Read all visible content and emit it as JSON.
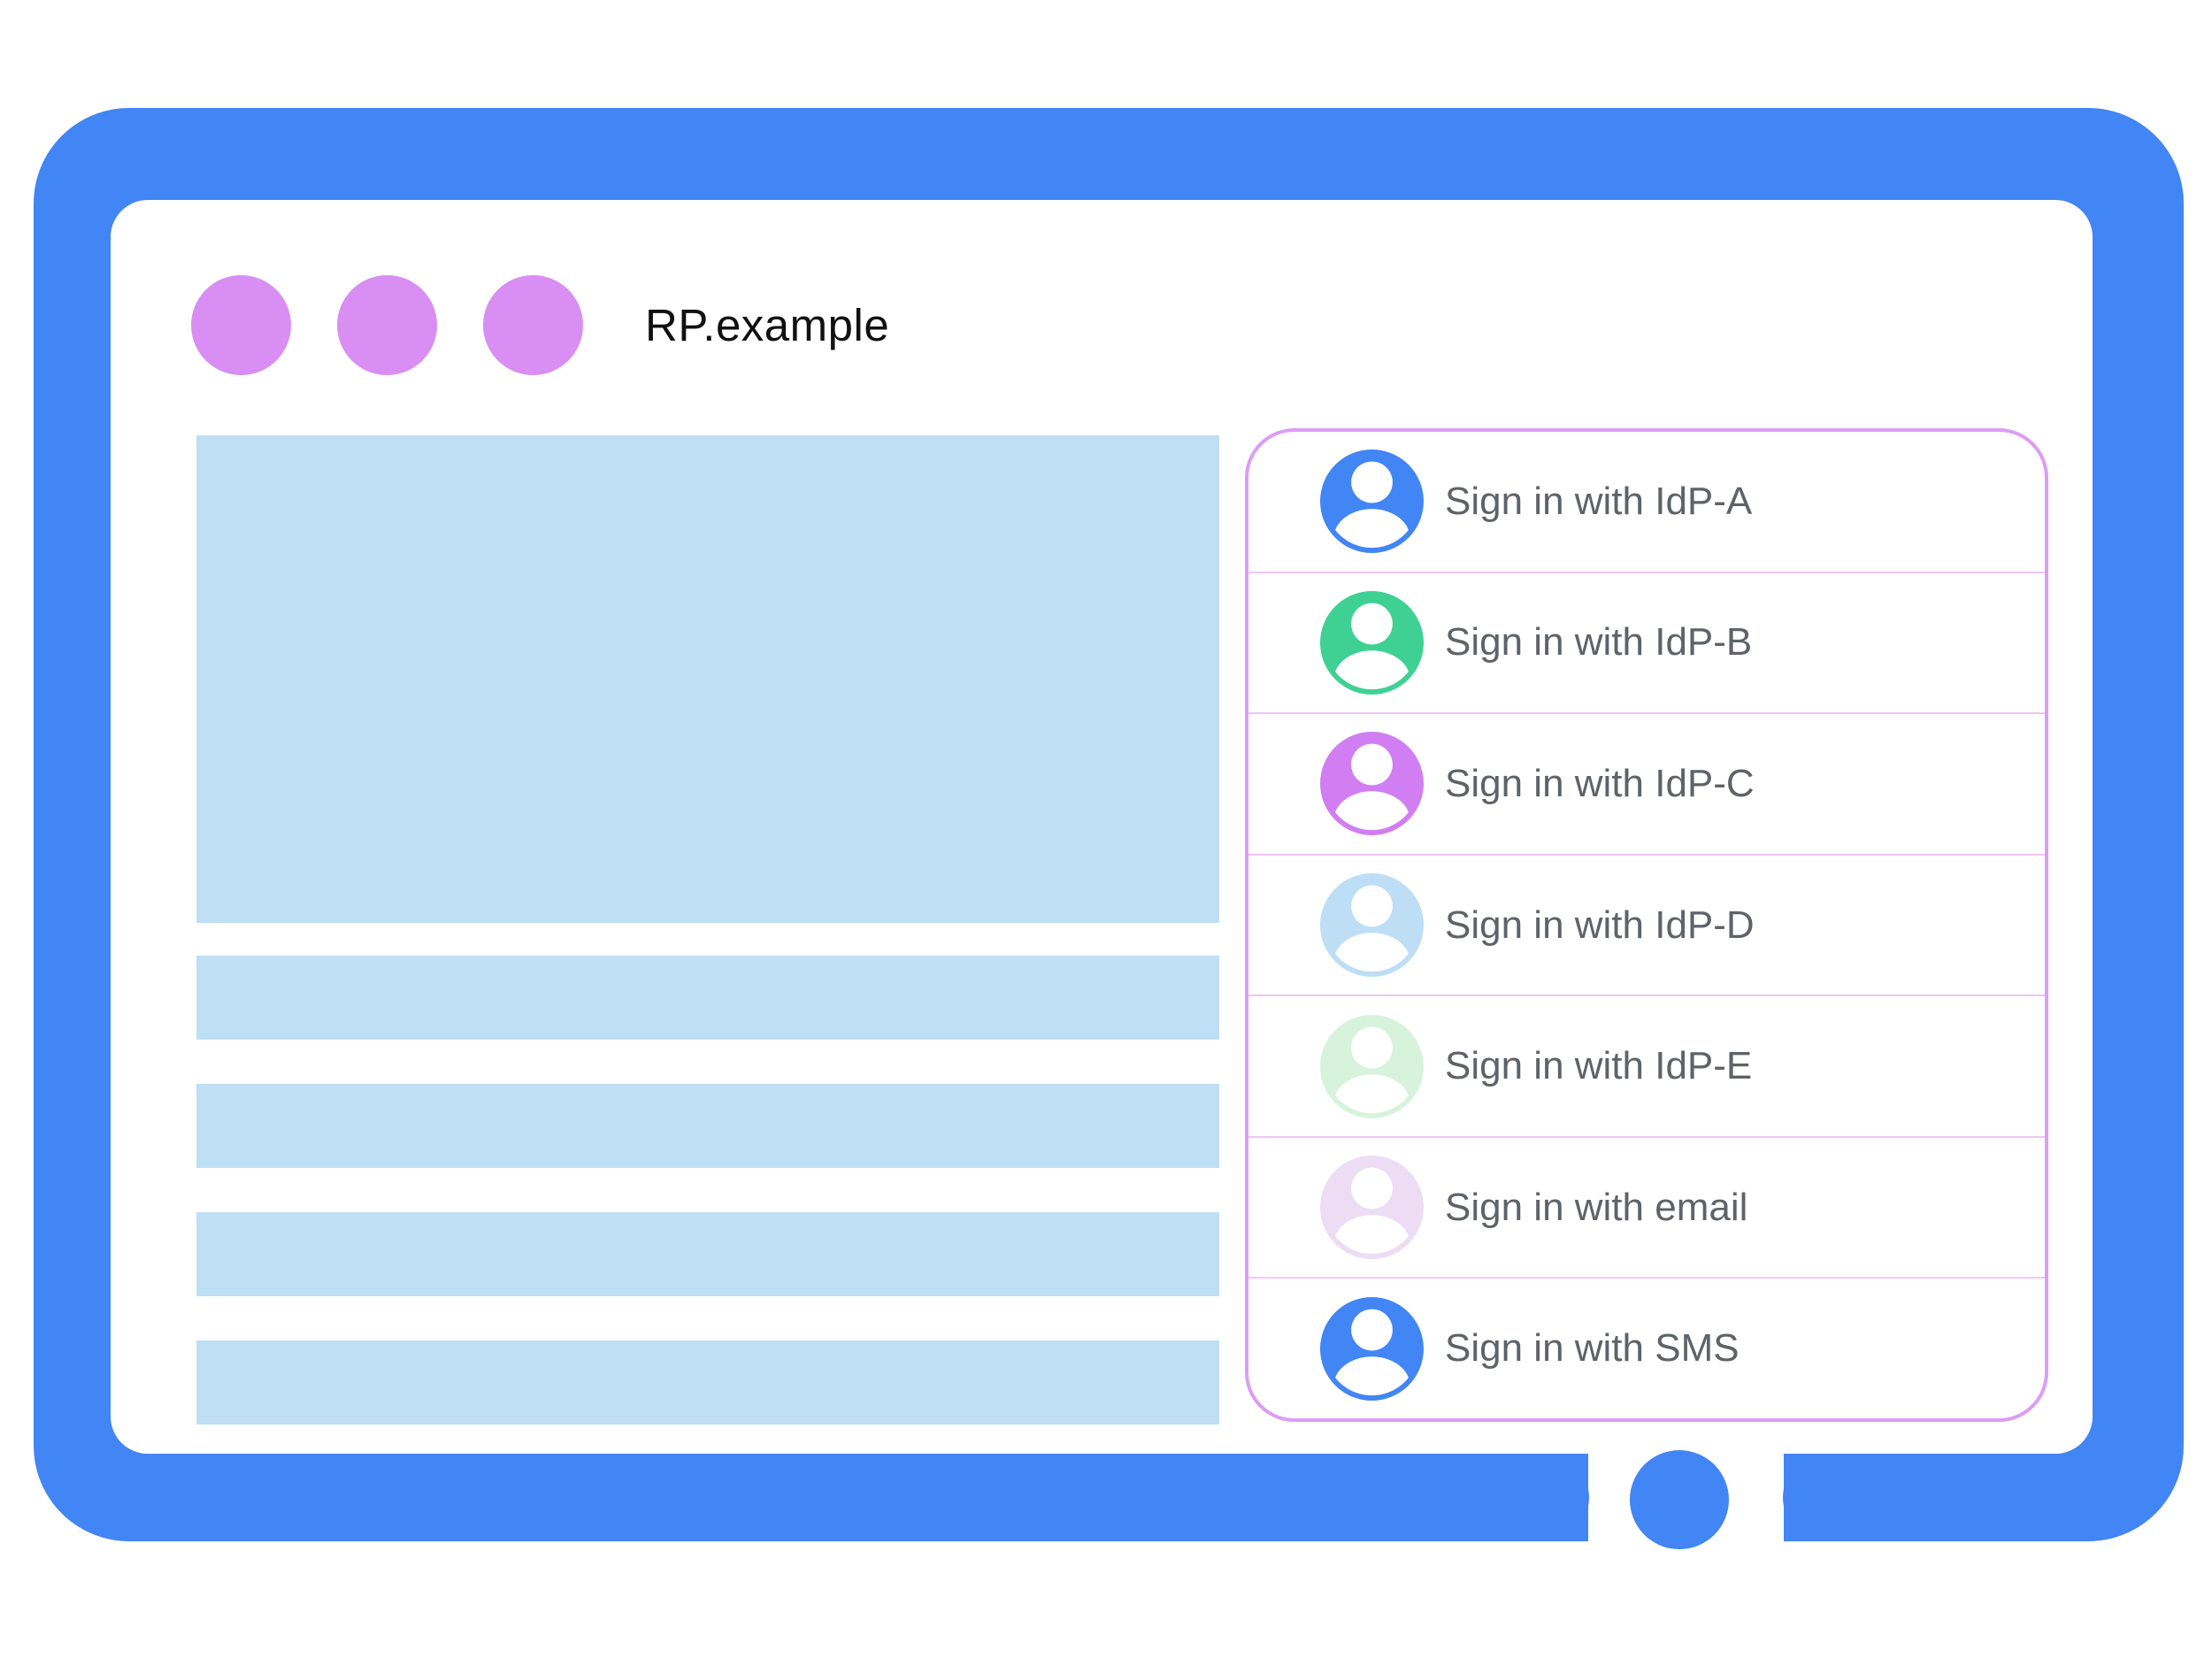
{
  "browser": {
    "title": "RP.example"
  },
  "signin_panel": {
    "options": [
      {
        "label": "Sign in with IdP-A",
        "color": "#4285f4",
        "icon": "user-avatar-icon"
      },
      {
        "label": "Sign in with IdP-B",
        "color": "#3ed193",
        "icon": "user-avatar-icon"
      },
      {
        "label": "Sign in with IdP-C",
        "color": "#d07ef2",
        "icon": "user-avatar-icon"
      },
      {
        "label": "Sign in with IdP-D",
        "color": "#bddef4",
        "icon": "user-avatar-icon"
      },
      {
        "label": "Sign in with IdP-E",
        "color": "#d8f3dc",
        "icon": "user-avatar-icon"
      },
      {
        "label": "Sign in with email",
        "color": "#ecddf5",
        "icon": "user-avatar-icon"
      },
      {
        "label": "Sign in with SMS",
        "color": "#4285f4",
        "icon": "user-avatar-icon"
      }
    ]
  },
  "colors": {
    "frame": "#4285f4",
    "screen_bg": "#ffffff",
    "window_dot": "#d88ef2",
    "placeholder": "#bedff4",
    "panel_border": "#dc9df5",
    "row_separator": "#efc6f8",
    "label_text": "#5f6368",
    "title_text": "#111111"
  }
}
